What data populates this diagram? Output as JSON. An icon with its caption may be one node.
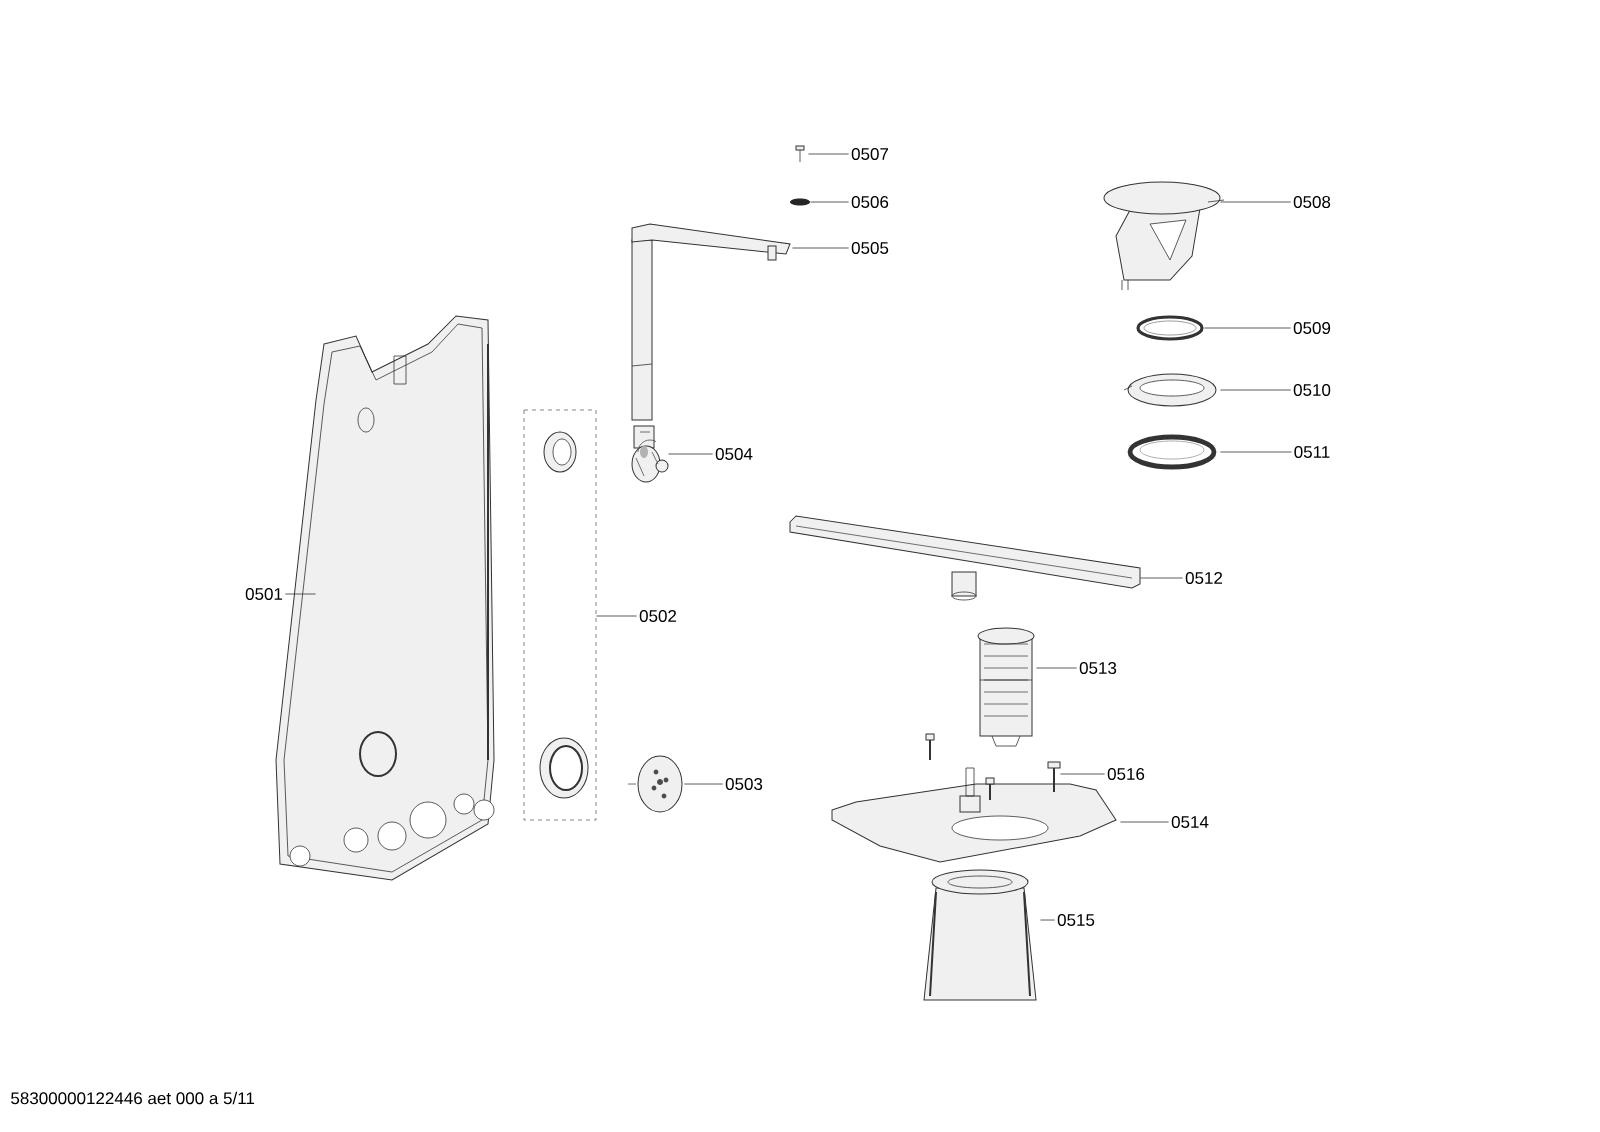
{
  "diagram": {
    "nodes": [
      {
        "text": [
          "0501"
        ]
      },
      {
        "text": [],
        "shape": "picture"
      },
      {
        "text": [
          "0502"
        ]
      },
      {
        "text": [],
        "shape": "picture"
      },
      {
        "text": [
          "0503"
        ]
      },
      {
        "text": [],
        "shape": "picture"
      },
      {
        "text": [
          "0504"
        ]
      },
      {
        "text": [],
        "shape": "picture"
      },
      {
        "text": [
          "0505"
        ]
      },
      {
        "text": [],
        "shape": "picture"
      },
      {
        "text": [
          "0506"
        ]
      },
      {
        "text": [],
        "shape": "picture"
      },
      {
        "text": [
          "0507"
        ]
      },
      {
        "text": [],
        "shape": "picture"
      },
      {
        "text": [
          "0508"
        ]
      },
      {
        "text": [],
        "shape": "picture"
      },
      {
        "text": [
          "0509"
        ]
      },
      {
        "text": [],
        "shape": "picture"
      },
      {
        "text": [
          "0510"
        ]
      },
      {
        "text": [],
        "shape": "picture"
      },
      {
        "text": [
          "0511"
        ]
      },
      {
        "text": [],
        "shape": "picture"
      },
      {
        "text": [
          "0512"
        ]
      },
      {
        "text": [],
        "shape": "picture"
      },
      {
        "text": [
          "0513"
        ]
      },
      {
        "text": [],
        "shape": "picture"
      },
      {
        "text": [
          "0514"
        ]
      },
      {
        "text": [],
        "shape": "picture"
      },
      {
        "text": [
          "0515"
        ]
      },
      {
        "text": [],
        "shape": "picture"
      },
      {
        "text": [
          "0516"
        ]
      },
      {
        "text": [],
        "shape": "picture"
      }
    ],
    "edges": [
      {
        "from": 0,
        "to": 1,
        "arrow": "none"
      },
      {
        "from": 2,
        "to": 3,
        "arrow": "none"
      },
      {
        "from": 4,
        "to": 5,
        "arrow": "none"
      },
      {
        "from": 6,
        "to": 7,
        "arrow": "none"
      },
      {
        "from": 8,
        "to": 9,
        "arrow": "none"
      },
      {
        "from": 10,
        "to": 11,
        "arrow": "none"
      },
      {
        "from": 12,
        "to": 13,
        "arrow": "none"
      },
      {
        "from": 14,
        "to": 15,
        "arrow": "none"
      },
      {
        "from": 16,
        "to": 17,
        "arrow": "none"
      },
      {
        "from": 18,
        "to": 19,
        "arrow": "none"
      },
      {
        "from": 20,
        "to": 21,
        "arrow": "none"
      },
      {
        "from": 22,
        "to": 23,
        "arrow": "none"
      },
      {
        "from": 24,
        "to": 25,
        "arrow": "none"
      },
      {
        "from": 26,
        "to": 27,
        "arrow": "none"
      },
      {
        "from": 28,
        "to": 29,
        "arrow": "none"
      },
      {
        "from": 30,
        "to": 31,
        "arrow": "none"
      }
    ],
    "labels": [
      "58300000122446 aet 000 a 5/11"
    ]
  }
}
